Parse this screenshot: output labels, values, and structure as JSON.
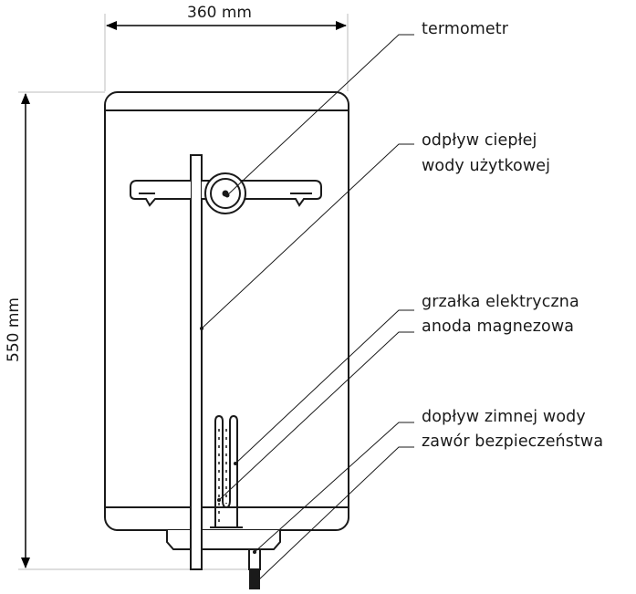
{
  "dimensions": {
    "width": "360 mm",
    "height": "550 mm"
  },
  "labels": {
    "termometr": "termometr",
    "odplyw_line1": "odpływ ciepłej",
    "odplyw_line2": "wody użytkowej",
    "grzalka": "grzałka elektryczna",
    "anoda": "anoda magnezowa",
    "doplyw": "dopływ zimnej wody",
    "zawor": "zawór bezpieczeństwa"
  },
  "colors": {
    "stroke": "#1a1a1a",
    "dimension_line": "#000000",
    "guide_line": "#bdbdbd",
    "background": "#ffffff"
  }
}
